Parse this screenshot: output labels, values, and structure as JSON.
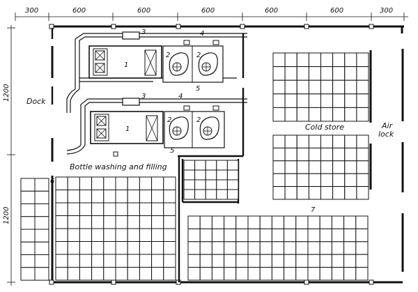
{
  "dimensions": {
    "top": [
      "300",
      "600",
      "600",
      "600",
      "600",
      "600",
      "300"
    ],
    "left": [
      "1200",
      "1200"
    ]
  },
  "labels": {
    "dock": "Dock",
    "cold_store": "Cold store",
    "air": "Air",
    "lock": "lock",
    "bottle_area": "Bottle washing and filling"
  },
  "numbers": {
    "n1": "1",
    "n2": "2",
    "n3": "3",
    "n4": "4",
    "n5": "5",
    "n6": "6",
    "n7": "7"
  }
}
